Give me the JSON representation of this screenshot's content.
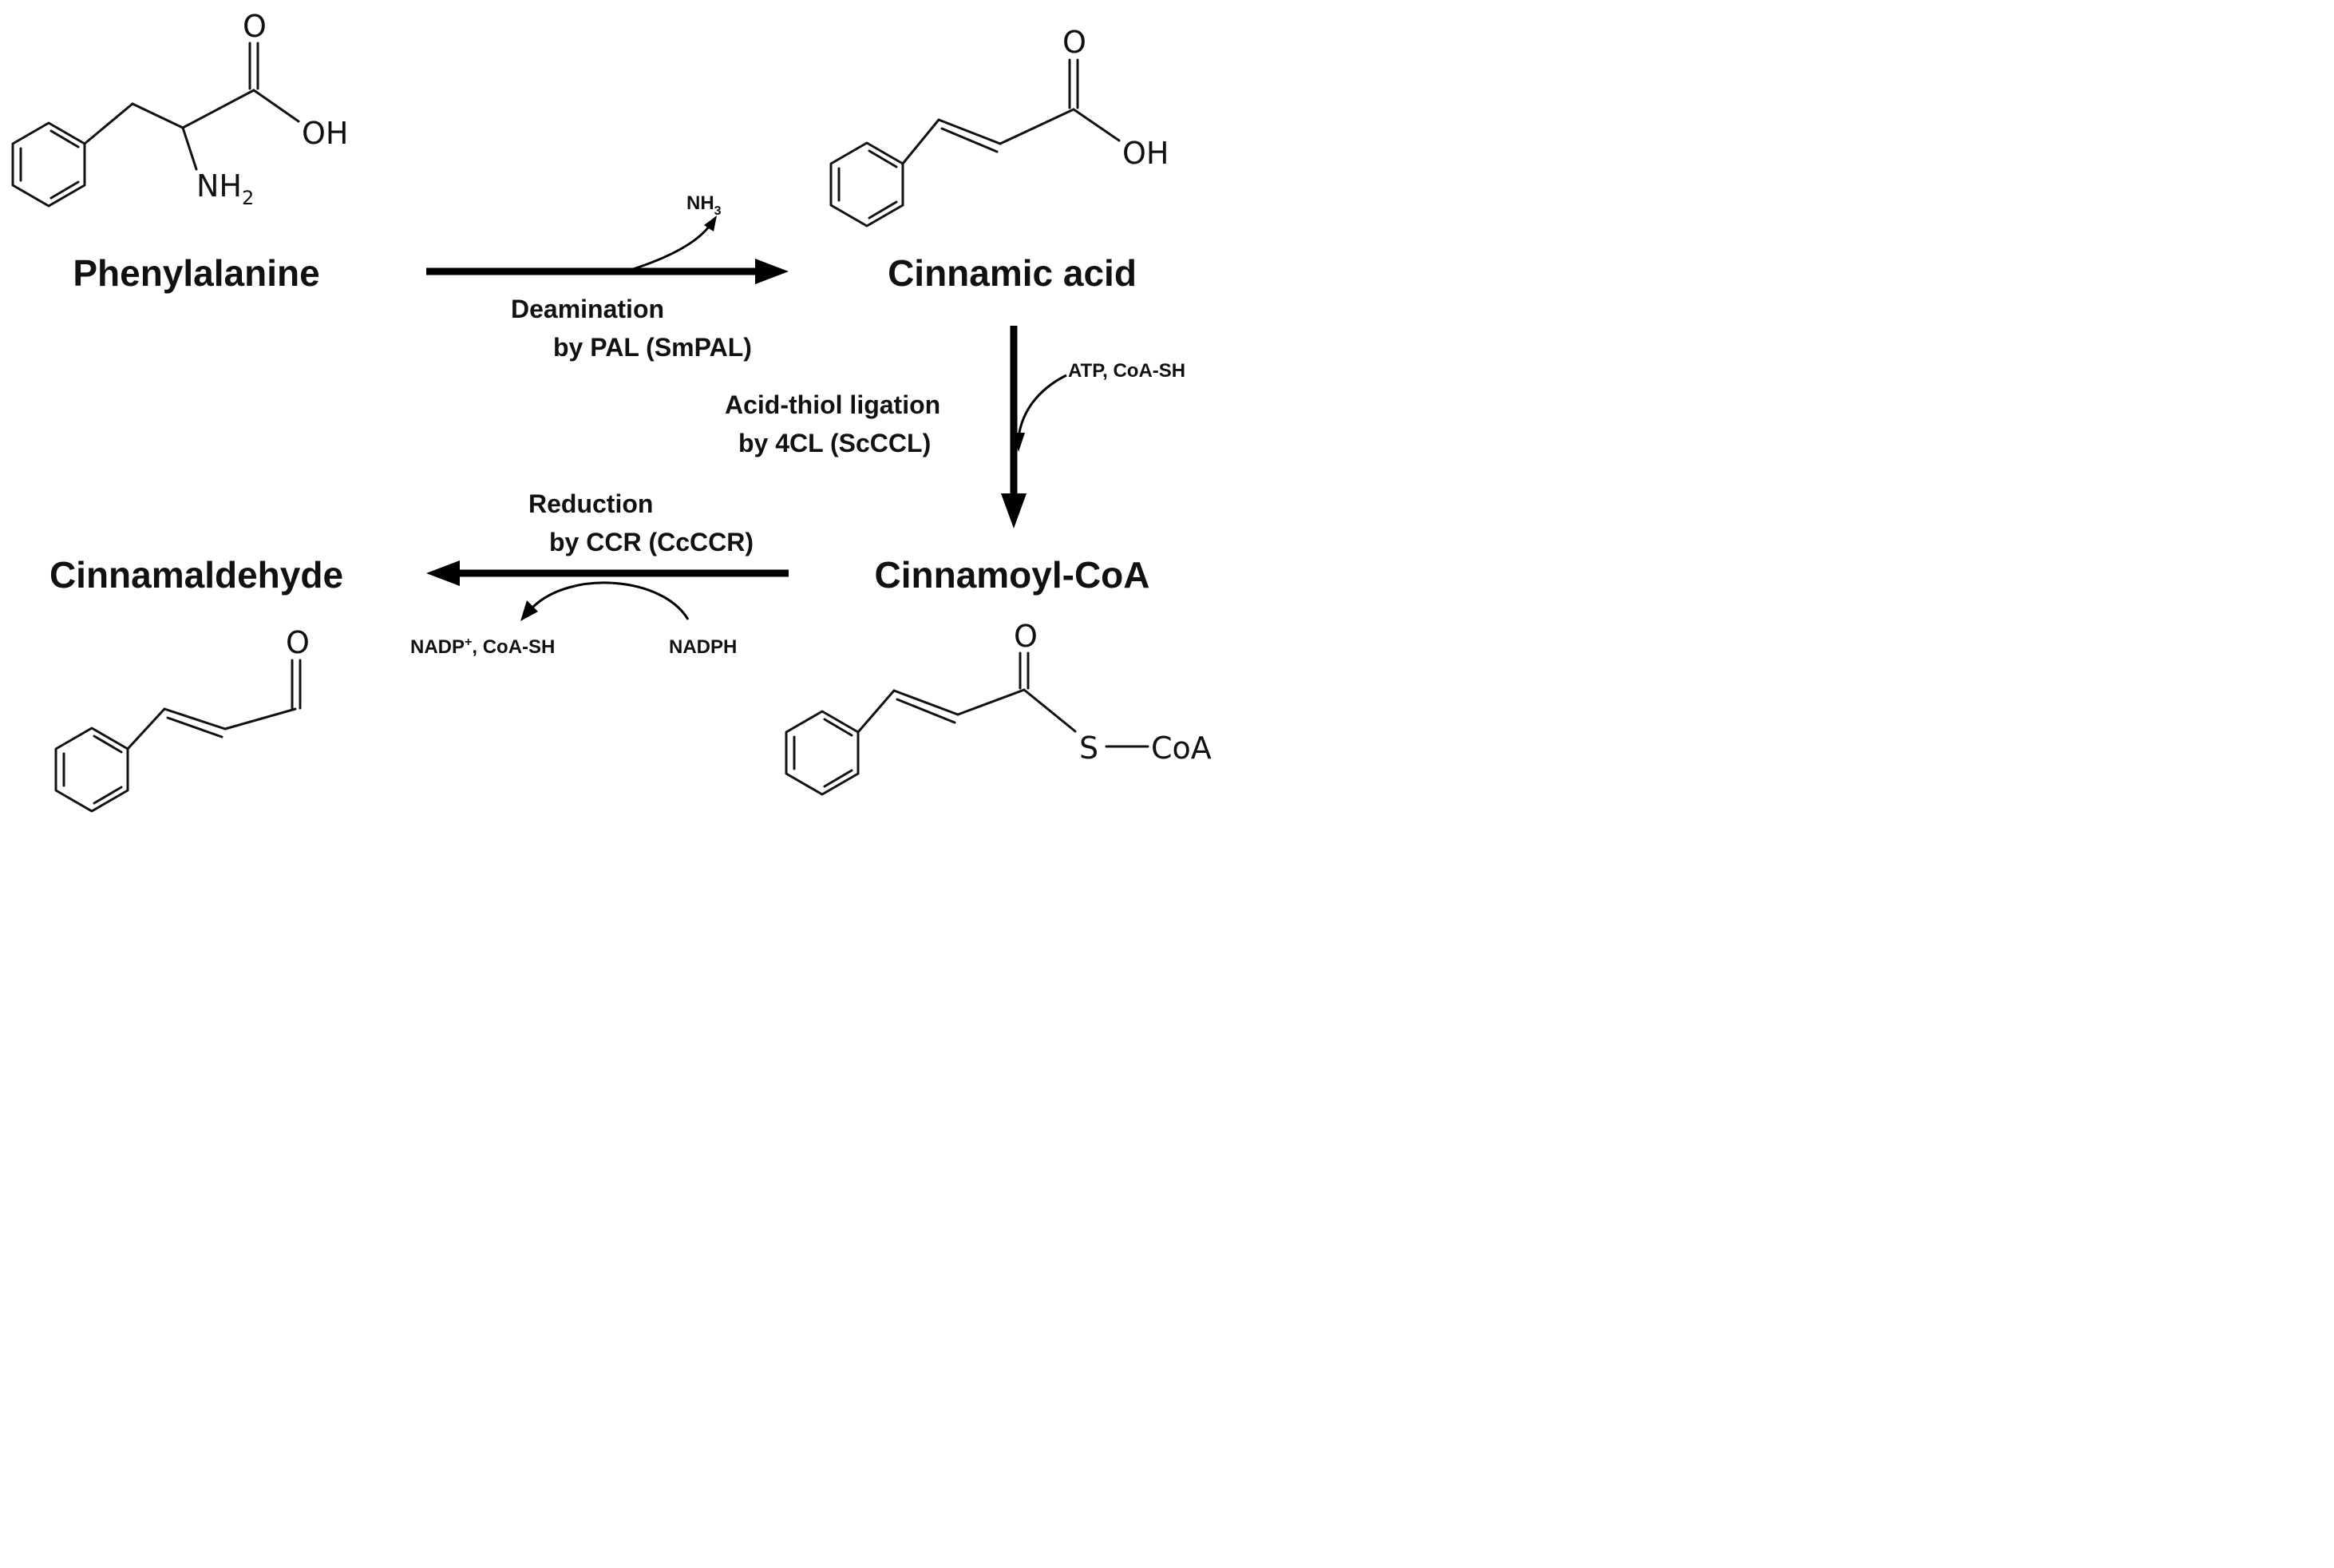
{
  "compounds": {
    "phenylalanine": {
      "name": "Phenylalanine",
      "o": "O",
      "oh": "OH",
      "nh2_main": "NH",
      "nh2_sub": "2"
    },
    "cinnamic_acid": {
      "name": "Cinnamic acid",
      "o": "O",
      "oh": "OH"
    },
    "cinnamoyl_coa": {
      "name": "Cinnamoyl-CoA",
      "o": "O",
      "s": "S",
      "coa": "CoA"
    },
    "cinnamaldehyde": {
      "name": "Cinnamaldehyde",
      "o": "O"
    }
  },
  "steps": [
    {
      "line1": "Deamination",
      "line2": "by PAL (SmPAL)",
      "byproduct_main": "NH",
      "byproduct_sub": "3"
    },
    {
      "line1": "Acid-thiol ligation",
      "line2": "by 4CL (ScCCL)",
      "cofactor": "ATP,  CoA-SH"
    },
    {
      "line1": "Reduction",
      "line2": "by CCR (CcCCR)",
      "cofactor_in": "NADPH",
      "cofactor_out_main": "NADP",
      "cofactor_out_sup": "+",
      "cofactor_out_rest": ",  CoA-SH"
    }
  ]
}
